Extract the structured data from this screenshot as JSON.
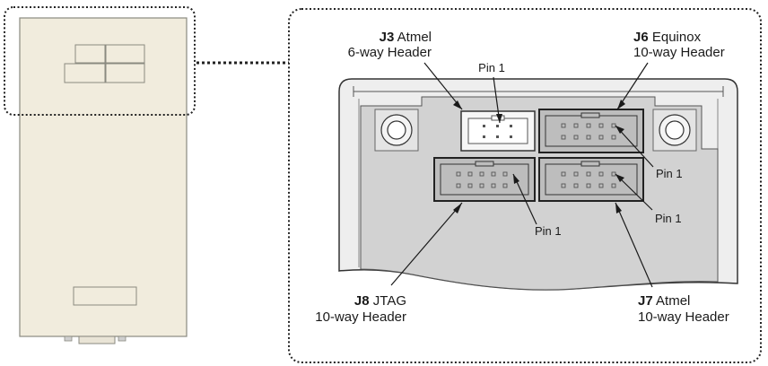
{
  "colors": {
    "device_body": "#f1ecdd",
    "device_outline": "#8a8a80",
    "board_fill": "#eeeeee",
    "tray_fill": "#d2d2d2",
    "header_fill": "#bdbdbd",
    "header_light": "#f6f6f6",
    "ink": "#1a1a1a"
  },
  "headers": {
    "j3": {
      "ref": "J3",
      "name": "Atmel",
      "desc": "6-way Header",
      "pin1": "Pin 1"
    },
    "j6": {
      "ref": "J6",
      "name": "Equinox",
      "desc": "10-way Header",
      "pin1": "Pin 1"
    },
    "j8": {
      "ref": "J8",
      "name": "JTAG",
      "desc": "10-way Header",
      "pin1": "Pin 1"
    },
    "j7": {
      "ref": "J7",
      "name": "Atmel",
      "desc": "10-way Header",
      "pin1": "Pin 1"
    }
  }
}
